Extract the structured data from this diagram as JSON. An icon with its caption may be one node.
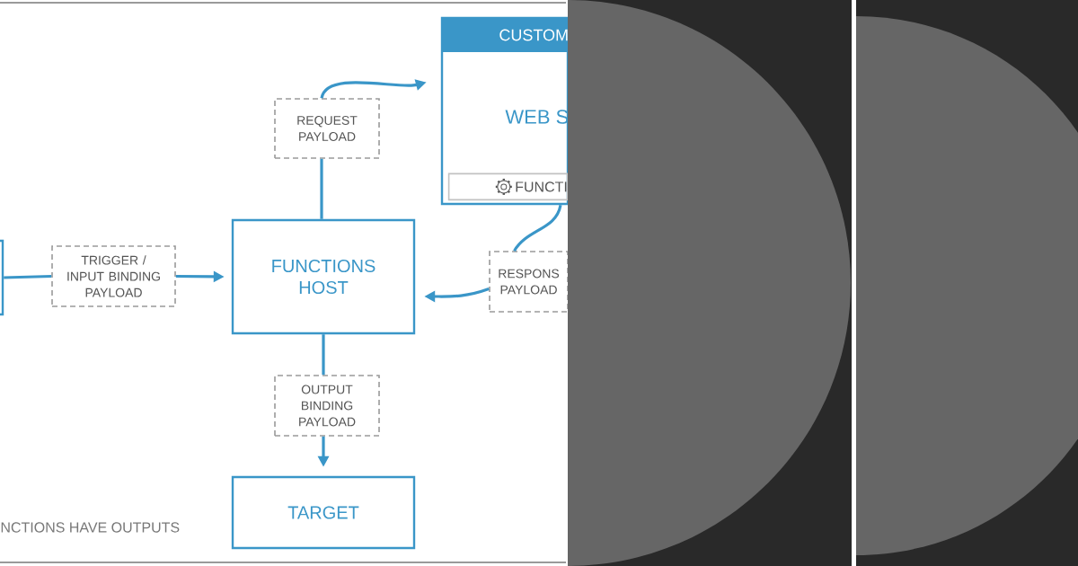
{
  "diagram": {
    "nodes": [
      {
        "text": [],
        "shape": "box"
      },
      {
        "text": [
          "TRIGGER / INPUT BINDING PAYLOAD"
        ]
      },
      {
        "text": [
          "FUNCTIONS HOST"
        ]
      },
      {
        "text": [
          "REQUEST PAYLOAD"
        ]
      },
      {
        "text": [
          "CUSTOM",
          "WEB S"
        ]
      },
      {
        "text": [
          "FUNCTI"
        ],
        "in": 4
      },
      {
        "text": [
          "RESPONS PAYLOAD"
        ]
      },
      {
        "text": [
          "OUTPUT BINDING PAYLOAD"
        ]
      },
      {
        "text": [
          "TARGET"
        ]
      }
    ],
    "edges": [
      {
        "from": 0,
        "to": 1,
        "arrow": "none"
      },
      {
        "from": 1,
        "to": 2,
        "arrow": "to"
      },
      {
        "from": 2,
        "to": 3,
        "arrow": "none"
      },
      {
        "from": 3,
        "to": 4,
        "arrow": "to"
      },
      {
        "from": 4,
        "to": 6,
        "arrow": "none"
      },
      {
        "from": 6,
        "to": 2,
        "arrow": "to"
      },
      {
        "from": 2,
        "to": 7,
        "arrow": "none"
      },
      {
        "from": 7,
        "to": 8,
        "arrow": "to"
      }
    ],
    "labels": [
      "NCTIONS HAVE OUTPUTS"
    ]
  }
}
